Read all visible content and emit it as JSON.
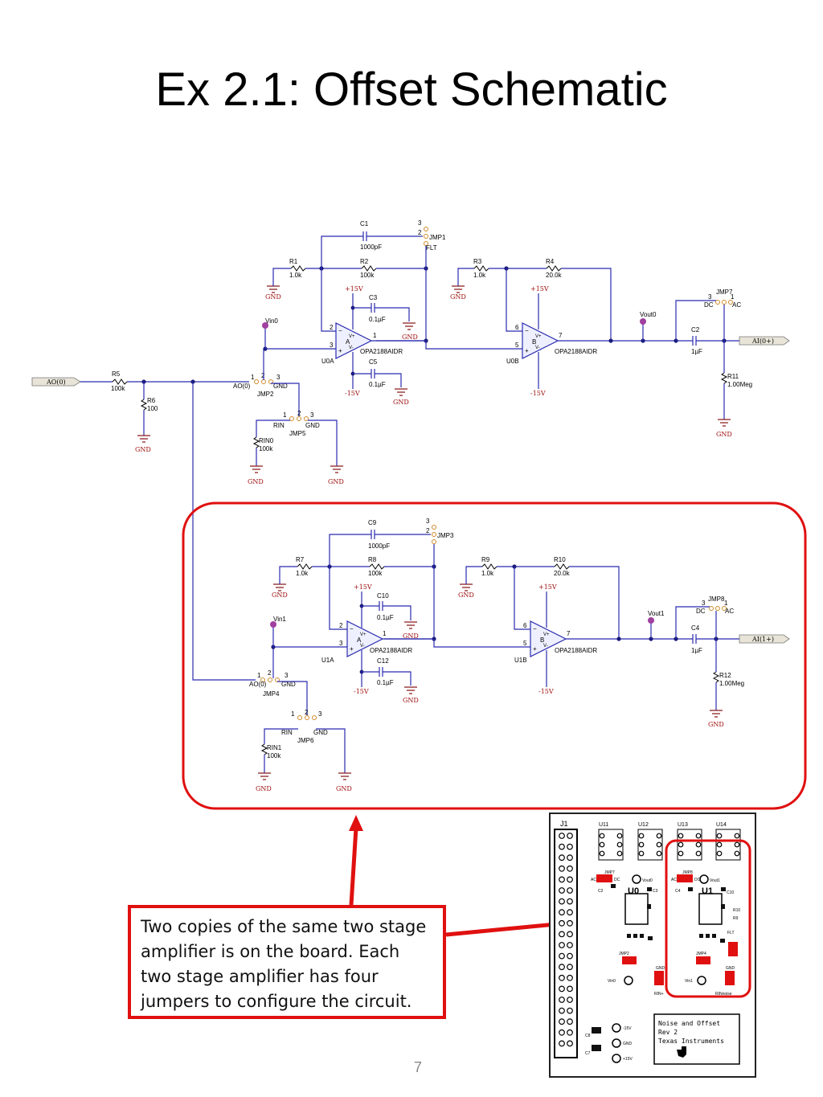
{
  "title": "Ex 2.1: Offset Schematic",
  "page_number": "7",
  "callout_text": "Two copies of the same two stage amplifier is on the board.  Each two stage amplifier has four jumpers to configure the circuit.",
  "colors": {
    "highlight": "#e01010",
    "wire": "#2b2bb0",
    "supply": "#a01010"
  },
  "schematic": {
    "ao0_port": "AO(0)",
    "r5": {
      "ref": "R5",
      "value": "100k"
    },
    "r6": {
      "ref": "R6",
      "value": "100"
    },
    "gnd": "GND",
    "plus15": "+15V",
    "minus15": "-15V",
    "opamp_part": "OPA2188AIDR",
    "opamp_pins": {
      "vp": "V+",
      "vm": "V-"
    },
    "stage0": {
      "c1": {
        "ref": "C1",
        "value": "1000pF"
      },
      "jmp1": {
        "ref": "JMP1",
        "label": "FLT"
      },
      "r1": {
        "ref": "R1",
        "value": "1.0k"
      },
      "r2": {
        "ref": "R2",
        "value": "100k"
      },
      "c3": {
        "ref": "C3",
        "value": "0.1µF"
      },
      "c5": {
        "ref": "C5",
        "value": "0.1µF"
      },
      "vin": "Vin0",
      "u_a": "U0A",
      "a_letter": "A",
      "u_b": "U0B",
      "b_letter": "B",
      "jmp2": {
        "ref": "JMP2",
        "left": "AO(0)",
        "right": "GND"
      },
      "jmp5": {
        "ref": "JMP5",
        "left": "RIN",
        "right": "GND"
      },
      "rin": {
        "ref": "RIN0",
        "value": "100k"
      },
      "r3": {
        "ref": "R3",
        "value": "1.0k"
      },
      "r4": {
        "ref": "R4",
        "value": "20.0k"
      },
      "vout": "Vout0",
      "c2": {
        "ref": "C2",
        "value": "1µF"
      },
      "jmp7": {
        "ref": "JMP7",
        "left": "DC",
        "right": "AC"
      },
      "r11": {
        "ref": "R11",
        "value": "1.00Meg"
      },
      "ai_port": "AI(0+)"
    },
    "stage1": {
      "c1": {
        "ref": "C9",
        "value": "1000pF"
      },
      "jmp1": {
        "ref": "JMP3"
      },
      "r1": {
        "ref": "R7",
        "value": "1.0k"
      },
      "r2": {
        "ref": "R8",
        "value": "100k"
      },
      "c3": {
        "ref": "C10",
        "value": "0.1µF"
      },
      "c5": {
        "ref": "C12",
        "value": "0.1µF"
      },
      "vin": "Vin1",
      "u_a": "U1A",
      "a_letter": "A",
      "u_b": "U1B",
      "b_letter": "B",
      "jmp2": {
        "ref": "JMP4",
        "left": "AO(0)",
        "right": "GND"
      },
      "jmp5": {
        "ref": "JMP6",
        "left": "RIN",
        "right": "GND"
      },
      "rin": {
        "ref": "RIN1",
        "value": "100k"
      },
      "r3": {
        "ref": "R9",
        "value": "1.0k"
      },
      "r4": {
        "ref": "R10",
        "value": "20.0k"
      },
      "vout": "Vout1",
      "c2": {
        "ref": "C4",
        "value": "1µF"
      },
      "jmp7": {
        "ref": "JMP8",
        "left": "DC",
        "right": "AC"
      },
      "r11": {
        "ref": "R12",
        "value": "1.00Meg"
      },
      "ai_port": "AI(1+)"
    }
  },
  "board": {
    "j1": "J1",
    "sockets": [
      "U11",
      "U12",
      "U13",
      "U14"
    ],
    "u0": "U0",
    "u1": "U1",
    "labels": [
      "JMP7",
      "JMP8",
      "Vout0",
      "Vout1",
      "C2",
      "C3",
      "C4",
      "C10",
      "R10",
      "R9",
      "FLT",
      "JMP2",
      "JMP4",
      "GND",
      "GND",
      "Vin0",
      "Vin1",
      "RIN+",
      "RINnoise",
      "-15V",
      "GND",
      "+15V",
      "C8",
      "C7"
    ],
    "ac": "AC",
    "dc": "DC",
    "silkscreen_lines": [
      "Noise and Offset",
      "Rev 2",
      "Texas Instruments"
    ]
  }
}
